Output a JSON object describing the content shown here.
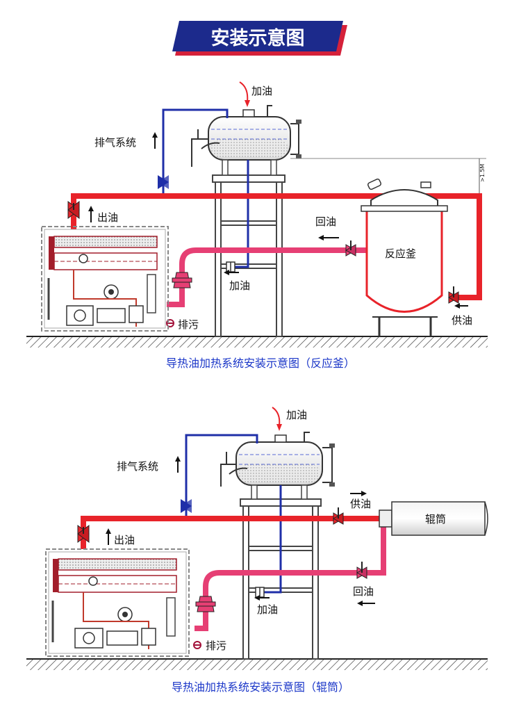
{
  "title": "安装示意图",
  "colors": {
    "hot_pipe": "#e8232a",
    "return_pipe": "#e63f74",
    "vent_pipe": "#1f2fa8",
    "caption": "#1a36c8",
    "title_bg": "#1c2a8c",
    "title_stripe": "#d5213a"
  },
  "diagrams": [
    {
      "caption": "导热油加热系统安装示意图（反应釜）",
      "labels": {
        "add_oil_top": "加油",
        "vent_system": "排气系统",
        "oil_out": "出油",
        "return_oil": "回油",
        "add_oil_bottom": "加油",
        "drain": "排污",
        "supply_oil": "供油",
        "vessel": "反应釜",
        "height": ">1.5M"
      }
    },
    {
      "caption": "导热油加热系统安装示意图（辊筒）",
      "labels": {
        "add_oil_top": "加油",
        "vent_system": "排气系统",
        "oil_out": "出油",
        "supply_oil": "供油",
        "return_oil": "回油",
        "add_oil_bottom": "加油",
        "drain": "排污",
        "roller": "辊筒"
      }
    }
  ]
}
